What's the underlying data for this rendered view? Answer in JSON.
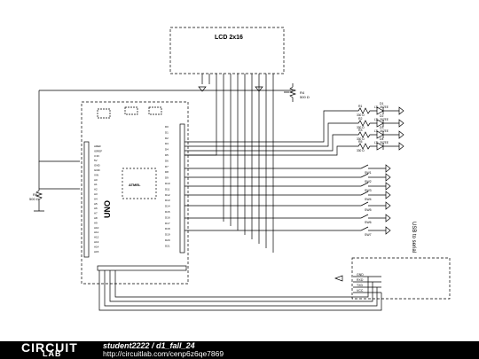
{
  "schematic": {
    "lcd_label": "LCD 2x16",
    "r4_label": "R4",
    "r4_value": "500 Ω",
    "r6_label": "R6",
    "r6_value": "500 Ω",
    "arduino_label": "UNO",
    "mcu_label": "ATMEL",
    "usb_label": "USB to serial",
    "led_labels": [
      "D1",
      "D2",
      "D3",
      "D4"
    ],
    "led_part": "LTL-307EE",
    "resistor_labels": [
      "R1",
      "R2",
      "R3",
      "R5"
    ],
    "resistor_value": "330 Ω",
    "switch_labels": [
      "SW1",
      "SW2",
      "SW3",
      "SW4",
      "SW5",
      "SW6",
      "SW7"
    ],
    "usb_pins": [
      "GND",
      "RXD",
      "TXD",
      "VCC"
    ],
    "left_pins": [
      "AREF",
      "IOREF",
      "3.3V",
      "5V",
      "GND",
      "GND",
      "VIN",
      "A0",
      "A1",
      "A2",
      "A3",
      "A4",
      "A5",
      "A6",
      "A7",
      "A8",
      "A9",
      "A10",
      "A11",
      "A12",
      "A13",
      "A14",
      "A15"
    ],
    "right_pins": [
      "D0",
      "D1",
      "D2",
      "D3",
      "D4",
      "D5",
      "D6",
      "D7",
      "D8",
      "D9",
      "D10",
      "D11",
      "D12",
      "D13",
      "D14",
      "D15",
      "D16",
      "D17",
      "D18",
      "D19",
      "D20",
      "D21"
    ]
  },
  "footer": {
    "logo_top": "CIRCUIT",
    "logo_bottom": "LAB",
    "user": "student2222",
    "separator": " / ",
    "project": "d1_fall_24",
    "url": "http://circuitlab.com/cenp6z6qe7869"
  }
}
